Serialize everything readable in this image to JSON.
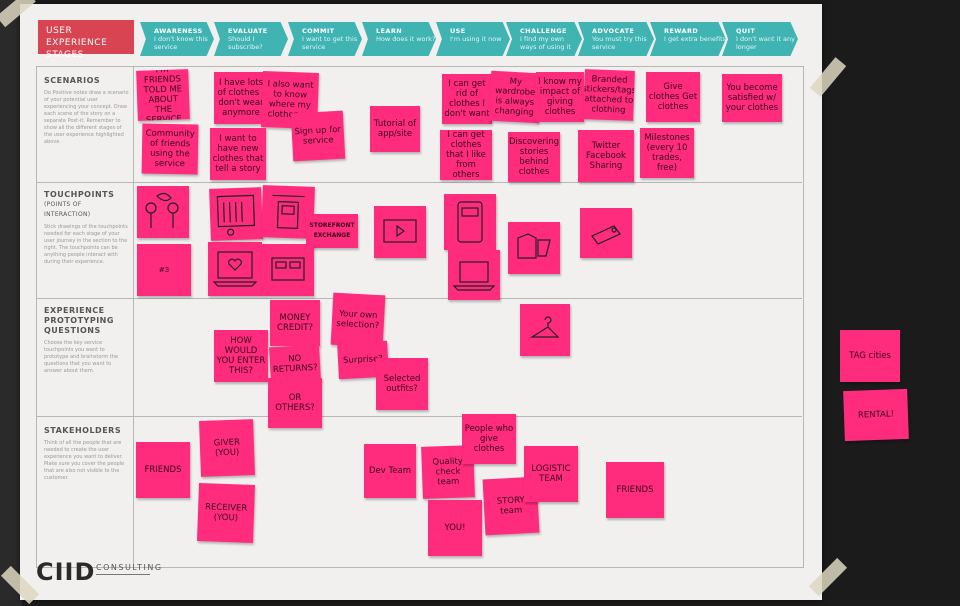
{
  "header": {
    "title": "USER EXPERIENCE STAGES",
    "stages": [
      {
        "name": "AWARENESS",
        "desc": "I don't know this service"
      },
      {
        "name": "EVALUATE",
        "desc": "Should I subscribe?"
      },
      {
        "name": "COMMIT",
        "desc": "I want to get this service"
      },
      {
        "name": "LEARN",
        "desc": "How does it work?"
      },
      {
        "name": "USE",
        "desc": "I'm using it now"
      },
      {
        "name": "CHALLENGE",
        "desc": "I find my own ways of using it"
      },
      {
        "name": "ADVOCATE",
        "desc": "You must try this service"
      },
      {
        "name": "REWARD",
        "desc": "I get extra benefits"
      },
      {
        "name": "QUIT",
        "desc": "I don't want it any longer"
      }
    ]
  },
  "rows": {
    "scenarios": {
      "title": "SCENARIOS",
      "desc": "Do Positive notes draw a scenario of your potential user experiencing your concept. Draw each scene of the story on a separate Post-it. Remember to show all the different stages of the user experience highlighted above."
    },
    "touchpoints": {
      "title": "TOUCHPOINTS",
      "sub": "(POINTS OF INTERACTION)",
      "desc": "Stick drawings of the touchpoints needed for each stage of your user journey in the section to the right. The touchpoints can be anything people interact with during their experience."
    },
    "prototyping": {
      "title": "EXPERIENCE PROTOTYPING QUESTIONS",
      "desc": "Choose the key service touchpoints you want to prototype and brainstorm the questions that you want to answer about them."
    },
    "stakeholders": {
      "title": "STAKEHOLDERS",
      "desc": "Think of all the people that are needed to create the user experience you want to deliver. Make sure you cover the people that are also not visible to the customer."
    }
  },
  "notes": {
    "scenarios": [
      "I'm FRIENDS TOLD ME ABOUT THE SERVICE",
      "Community of friends using the service",
      "I have lots of clothes I don't wear anymore",
      "I also want to know where my clothes go",
      "I want to have new clothes that tell a story",
      "Sign up for service",
      "Tutorial of app/site",
      "I can get rid of clothes I don't want",
      "My wardrobe is always changing",
      "I know my impact of giving clothes",
      "Branded stickers/tags attached to clothing",
      "Give clothes Get clothes",
      "You become satisfied w/ your clothes",
      "I can get clothes that I like from others",
      "Discovering stories behind clothes",
      "Twitter Facebook Sharing",
      "Milestones (every 10 trades, free)"
    ],
    "touchpoints": [
      "STOREFRONT EXCHANGE",
      "#3"
    ],
    "questions": [
      "HOW WOULD YOU ENTER THIS?",
      "MONEY CREDIT?",
      "NO RETURNS?",
      "OR OTHERS?",
      "Your own selection?",
      "Surprise?",
      "Selected outfits?"
    ],
    "stakeholders": [
      "FRIENDS",
      "GIVER (YOU)",
      "RECEIVER (YOU)",
      "Dev Team",
      "Quality check team",
      "People who give clothes",
      "YOU!",
      "STORY team",
      "LOGISTIC TEAM",
      "FRIENDS"
    ],
    "wall": [
      "TAG cities",
      "RENTAL!"
    ]
  },
  "brand": {
    "logo": "CIID",
    "sub": "CONSULTING"
  },
  "colors": {
    "note": "#ff2b7d",
    "stage": "#3fb4b3",
    "title": "#d94452",
    "paper": "#f1f0ee"
  }
}
